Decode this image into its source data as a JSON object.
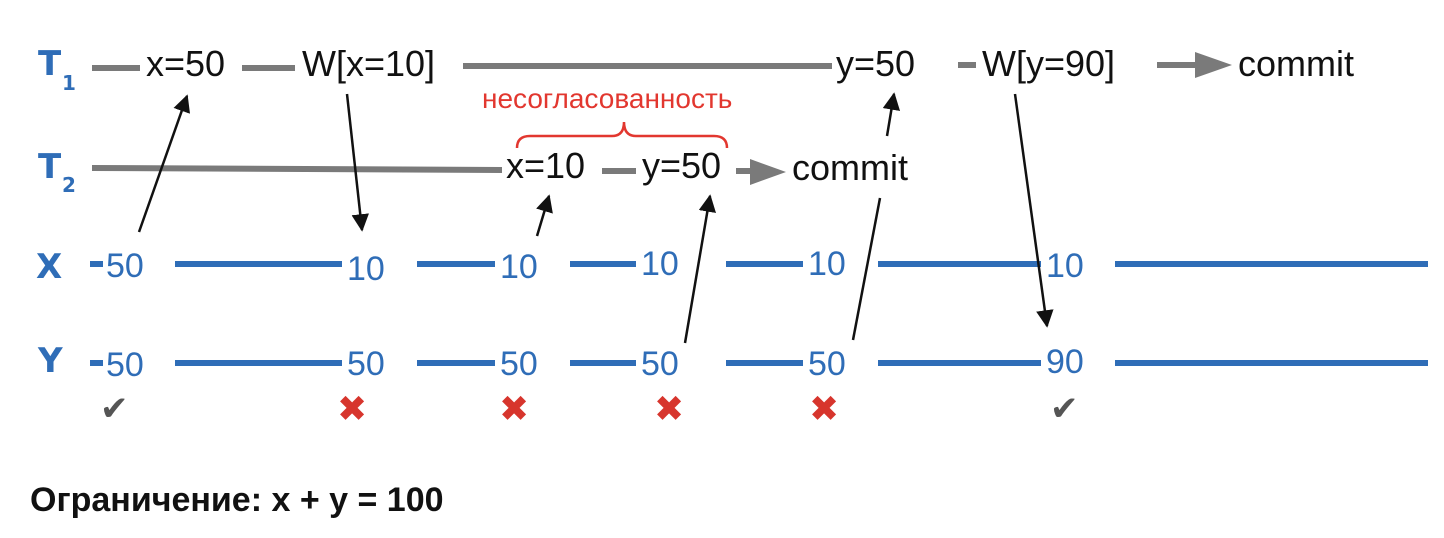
{
  "rows": {
    "t1": {
      "label": "T",
      "sub": "1"
    },
    "t2": {
      "label": "T",
      "sub": "2"
    },
    "x": {
      "label": "X"
    },
    "y": {
      "label": "Y"
    }
  },
  "t1_ops": [
    "x=50",
    "W[x=10]",
    "y=50",
    "W[y=90]",
    "commit"
  ],
  "t2_ops": [
    "x=10",
    "y=50",
    "commit"
  ],
  "x_values": [
    "50",
    "10",
    "10",
    "10",
    "10",
    "10"
  ],
  "y_values": [
    "50",
    "50",
    "50",
    "50",
    "50",
    "90"
  ],
  "consistency_marks": [
    "✔",
    "✖",
    "✖",
    "✖",
    "✖",
    "✔"
  ],
  "inconsistency_label": "несогласованность",
  "constraint": "Ограничение: x + y = 100",
  "colors": {
    "blue": "#2f6db7",
    "gray": "#7a7a7a",
    "red": "#e2372f",
    "black": "#111111"
  }
}
